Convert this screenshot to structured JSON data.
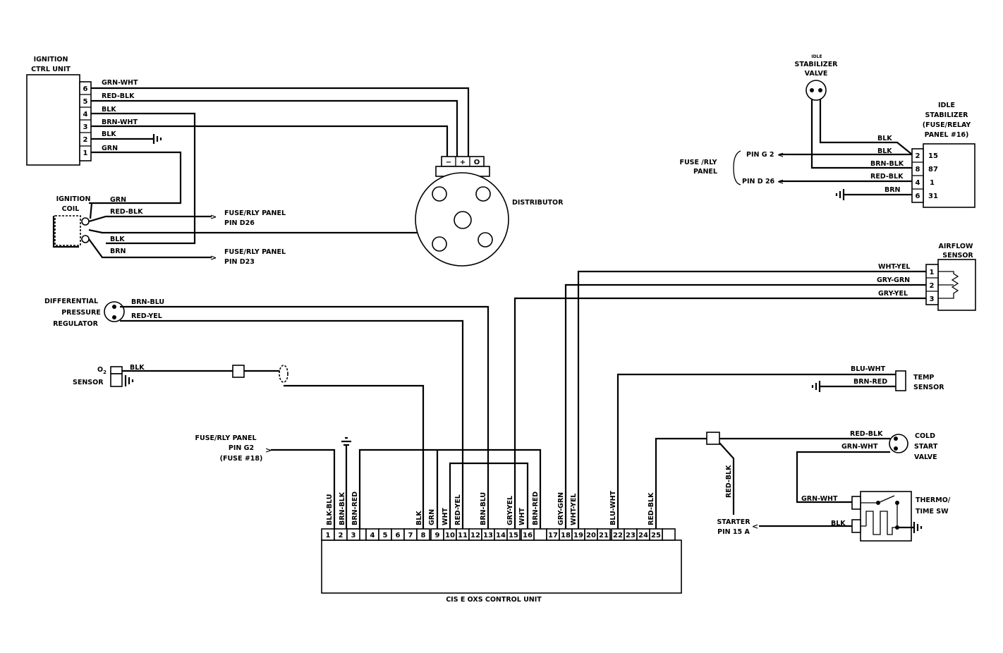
{
  "ignition_unit": {
    "title_line1": "IGNITION",
    "title_line2": "CTRL UNIT",
    "pins": [
      "6",
      "5",
      "4",
      "3",
      "2",
      "1"
    ],
    "wires": [
      "GRN-WHT",
      "RED-BLK",
      "BLK",
      "BRN-WHT",
      "BLK",
      "GRN"
    ]
  },
  "ignition_coil": {
    "title_line1": "IGNITION",
    "title_line2": "COIL",
    "wires": [
      "GRN",
      "RED-BLK",
      "BLK",
      "BRN"
    ],
    "fuse1_line1": "FUSE/RLY PANEL",
    "fuse1_line2": "PIN D26",
    "fuse2_line1": "FUSE/RLY PANEL",
    "fuse2_line2": "PIN D23"
  },
  "distributor": {
    "label": "DISTRIBUTOR",
    "terminals": [
      "−",
      "+",
      "O"
    ]
  },
  "idle_stabilizer": {
    "valve_line1": "IDLE",
    "valve_line2": "STABILIZER",
    "valve_line3": "VALVE",
    "relay_line1": "IDLE",
    "relay_line2": "STABILIZER",
    "relay_line3": "(FUSE/RELAY",
    "relay_line4": "PANEL #16)",
    "fuse_line1": "FUSE /RLY",
    "fuse_line2": "PANEL",
    "pin_g2": "PIN G 2",
    "pin_d26": "PIN D 26",
    "wires": [
      "BLK",
      "BLK",
      "BRN-BLK",
      "RED-BLK",
      "BRN"
    ],
    "pins_left": [
      "2",
      "8",
      "4",
      "6"
    ],
    "pins_right": [
      "15",
      "87",
      "1",
      "31"
    ]
  },
  "airflow_sensor": {
    "title_line1": "AIRFLOW",
    "title_line2": "SENSOR",
    "wires": [
      "WHT-YEL",
      "GRY-GRN",
      "GRY-YEL"
    ],
    "pins": [
      "1",
      "2",
      "3"
    ]
  },
  "pressure_regulator": {
    "line1": "DIFFERENTIAL",
    "line2": "PRESSURE",
    "line3": "REGULATOR",
    "wires": [
      "BRN-BLU",
      "RED-YEL"
    ]
  },
  "o2_sensor": {
    "line1": "O",
    "line1_sub": "2",
    "line2": "SENSOR",
    "wire": "BLK"
  },
  "temp_sensor": {
    "line1": "TEMP",
    "line2": "SENSOR",
    "wires": [
      "BLU-WHT",
      "BRN-RED"
    ]
  },
  "cold_start": {
    "line1": "COLD",
    "line2": "START",
    "line3": "VALVE",
    "wires": [
      "RED-BLK",
      "GRN-WHT"
    ]
  },
  "thermo_switch": {
    "line1": "THERMO/",
    "line2": "TIME SW",
    "wires": [
      "GRN-WHT",
      "BLK"
    ]
  },
  "starter": {
    "wire": "RED-BLK",
    "line1": "STARTER",
    "line2": "PIN 15 A"
  },
  "fuse_g2": {
    "line1": "FUSE/RLY PANEL",
    "line2": "PIN G2",
    "line3": "(FUSE #18)"
  },
  "control_unit": {
    "label": "CIS E OXS CONTROL UNIT",
    "pins": [
      "1",
      "2",
      "3",
      "4",
      "5",
      "6",
      "7",
      "8",
      "9",
      "10",
      "11",
      "12",
      "13",
      "14",
      "15",
      "16",
      "17",
      "18",
      "19",
      "20",
      "21",
      "22",
      "23",
      "24",
      "25"
    ],
    "pin_wires": [
      "BLK-BLU",
      "BRN-BLK",
      "BRN-RED",
      "BLK",
      "GRN",
      "WHT",
      "RED-YEL",
      "BRN-BLU",
      "GRY-YEL",
      "WHT",
      "BRN-RED",
      "GRY-GRN",
      "WHT-YEL",
      "BLU-WHT",
      "RED-BLK"
    ]
  }
}
